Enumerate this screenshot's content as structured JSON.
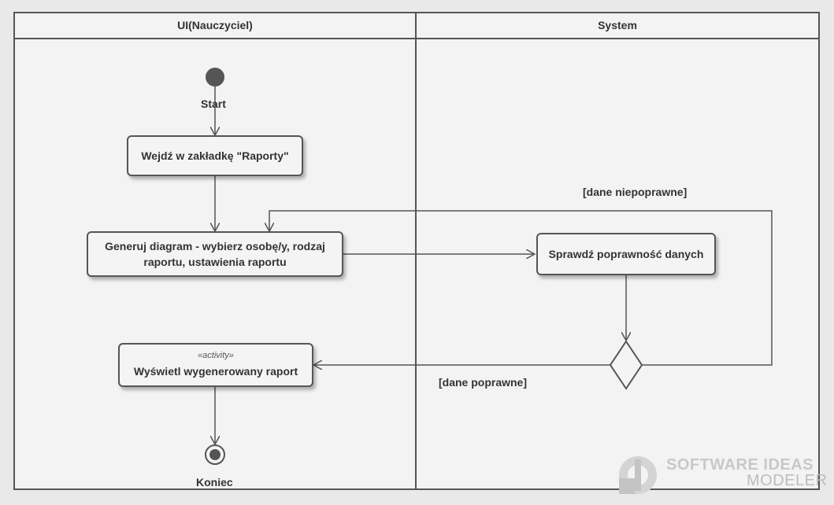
{
  "lanes": {
    "left": {
      "title": "UI(Nauczyciel)"
    },
    "right": {
      "title": "System"
    }
  },
  "nodes": {
    "start": {
      "label": "Start"
    },
    "end": {
      "label": "Koniec"
    },
    "action_raporty": {
      "line1": "Wejdź w zakładkę \"Raporty\""
    },
    "action_generuj": {
      "line1": "Generuj diagram - wybierz osobę/y, rodzaj",
      "line2": "raportu, ustawienia raportu"
    },
    "action_sprawdz": {
      "line1": "Sprawdź poprawność danych"
    },
    "action_wyswietl": {
      "stereotype": "«activity»",
      "line1": "Wyświetl wygenerowany raport"
    }
  },
  "guards": {
    "invalid": "[dane niepoprawne]",
    "valid": "[dane poprawne]"
  },
  "watermark": {
    "line1": "SOFTWARE IDEAS",
    "line2": "MODELER"
  },
  "colors": {
    "line": "#555555",
    "node_fill": "#f4f4f4",
    "background": "#e9e9e9",
    "lane_fill": "#f3f3f3"
  }
}
